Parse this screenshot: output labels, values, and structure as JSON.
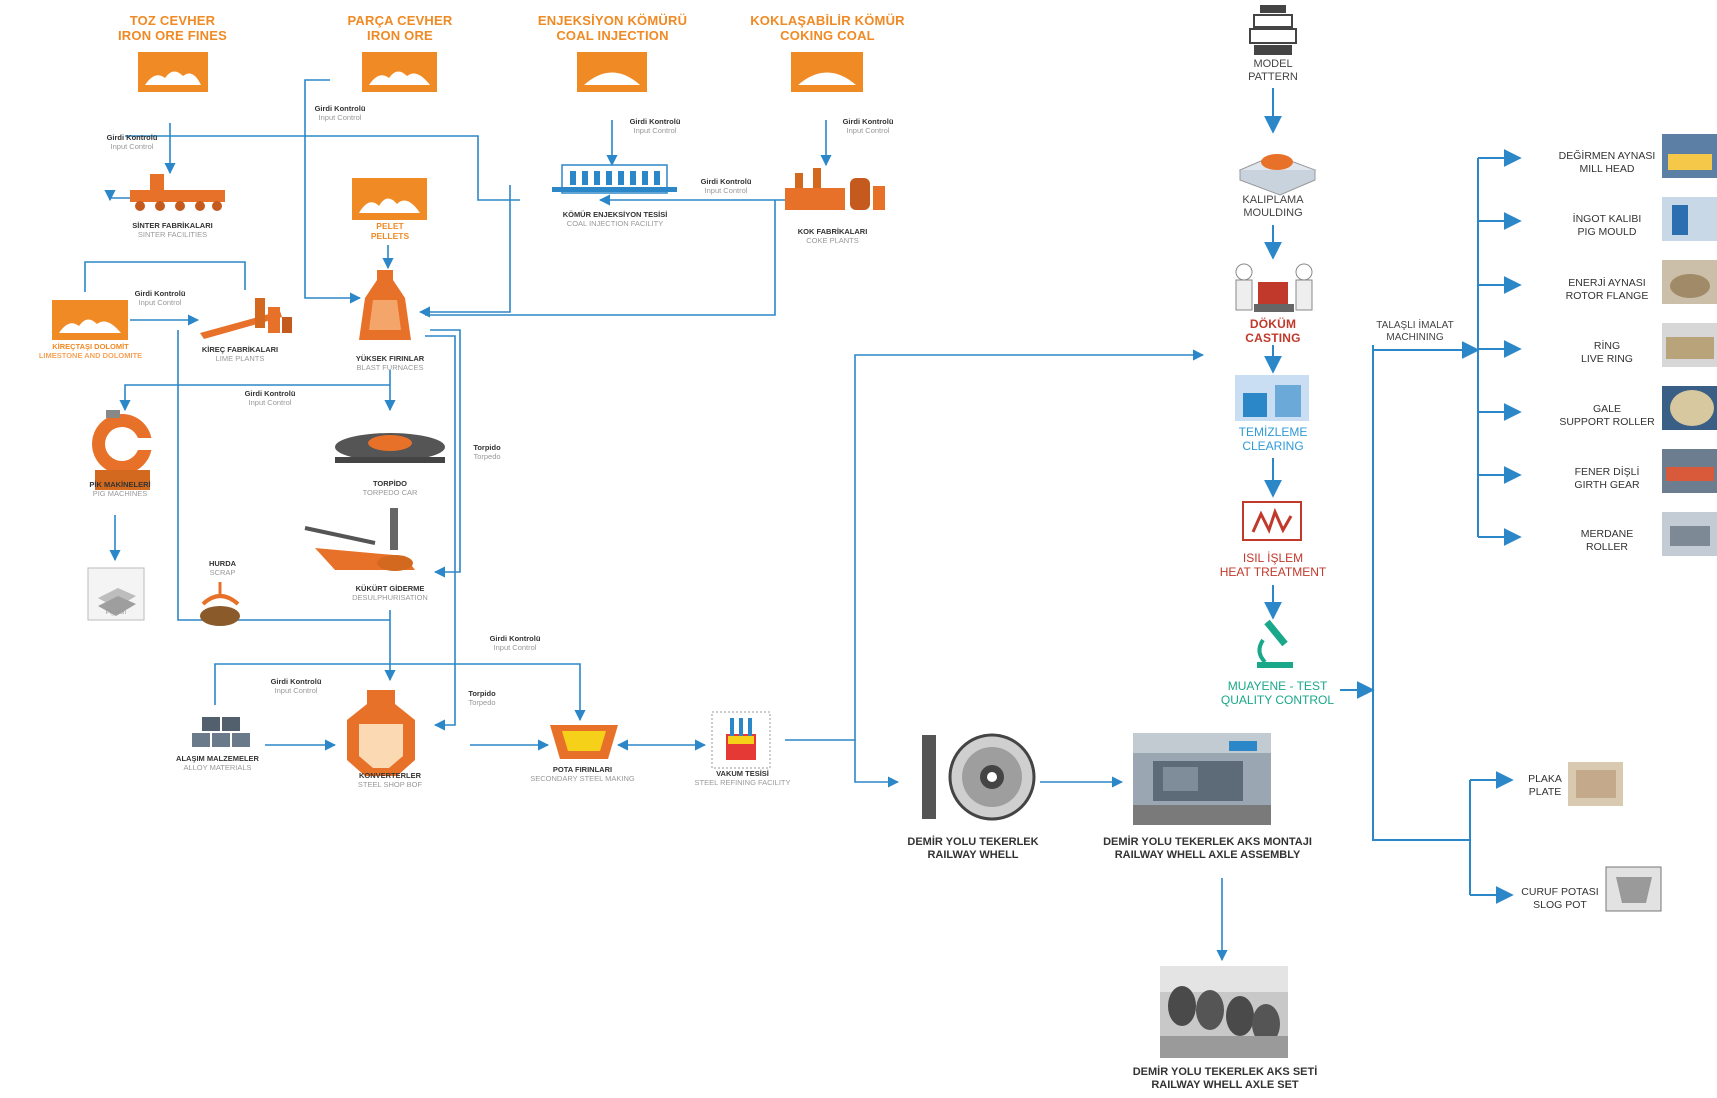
{
  "colors": {
    "arrow": "#2c87c9",
    "orange": "#f08a24",
    "red": "#c0392b",
    "teal": "#19a88a",
    "light_blue": "#2f9bd6"
  },
  "raw_materials": {
    "fines_tr": "TOZ CEVHER",
    "fines_en": "IRON ORE FINES",
    "ore_tr": "PARÇA CEVHER",
    "ore_en": "IRON ORE",
    "coal_inj_tr": "ENJEKSİYON KÖMÜRÜ",
    "coal_inj_en": "COAL INJECTION",
    "coking_tr": "KOKLAŞABİLİR KÖMÜR",
    "coking_en": "COKING COAL",
    "pellet_tr": "PELET",
    "pellet_en": "PELLETS",
    "limestone_tr": "KİREÇTAŞI DOLOMİT",
    "limestone_en": "LIMESTONE AND DOLOMITE"
  },
  "input_control": {
    "tr": "Girdi Kontrolü",
    "en": "Input Control"
  },
  "torpedo_note": {
    "tr": "Torpido",
    "en": "Torpedo"
  },
  "facilities": {
    "sinter_tr": "SİNTER FABRİKALARI",
    "sinter_en": "SINTER FACILITIES",
    "lime_tr": "KİREÇ FABRİKALARI",
    "lime_en": "LIME PLANTS",
    "coal_inj_tr": "KÖMÜR ENJEKSİYON TESİSİ",
    "coal_inj_en": "COAL INJECTION FACILITY",
    "coke_tr": "KOK FABRİKALARI",
    "coke_en": "COKE PLANTS",
    "blast_tr": "YÜKSEK FIRINLAR",
    "blast_en": "BLAST FURNACES",
    "pig_tr": "PİK MAKİNELERİ",
    "pig_en": "PIG MACHINES",
    "pig_iron": "Pig Iron",
    "torpedo_tr": "TORPİDO",
    "torpedo_en": "TORPEDO CAR",
    "desulf_tr": "KÜKÜRT GİDERME",
    "desulf_en": "DESULPHURISATION",
    "scrap_tr": "HURDA",
    "scrap_en": "SCRAP",
    "alloy_tr": "ALAŞIM MALZEMELER",
    "alloy_en": "ALLOY MATERIALS",
    "converter_tr": "KONVERTERLER",
    "converter_en": "STEEL SHOP BOF",
    "ladle_tr": "POTA FIRINLARI",
    "ladle_en": "SECONDARY STEEL MAKING",
    "vacuum_tr": "VAKUM TESİSİ",
    "vacuum_en": "STEEL REFINING FACILITY"
  },
  "foundry": {
    "pattern_tr": "MODEL",
    "pattern_en": "PATTERN",
    "moulding_tr": "KALIPLAMA",
    "moulding_en": "MOULDING",
    "casting_tr": "DÖKÜM",
    "casting_en": "CASTING",
    "clearing_tr": "TEMİZLEME",
    "clearing_en": "CLEARING",
    "heat_tr": "ISIL İŞLEM",
    "heat_en": "HEAT TREATMENT",
    "qc_tr": "MUAYENE - TEST",
    "qc_en": "QUALITY CONTROL",
    "machining_tr": "TALAŞLI İMALAT",
    "machining_en": "MACHINING"
  },
  "products": [
    {
      "tr": "DEĞİRMEN AYNASI",
      "en": "MILL HEAD"
    },
    {
      "tr": "İNGOT KALIBI",
      "en": "PIG MOULD"
    },
    {
      "tr": "ENERJİ AYNASI",
      "en": "ROTOR FLANGE"
    },
    {
      "tr": "RİNG",
      "en": "LIVE RING"
    },
    {
      "tr": "GALE",
      "en": "SUPPORT ROLLER"
    },
    {
      "tr": "FENER DİŞLİ",
      "en": "GIRTH GEAR"
    },
    {
      "tr": "MERDANE",
      "en": "ROLLER"
    }
  ],
  "products_low": [
    {
      "tr": "PLAKA",
      "en": "PLATE"
    },
    {
      "tr": "CURUF POTASI",
      "en": "SLOG POT"
    }
  ],
  "railway": {
    "wheel_tr": "DEMİR YOLU TEKERLEK",
    "wheel_en": "RAILWAY WHELL",
    "assembly_tr": "DEMİR YOLU TEKERLEK AKS MONTAJI",
    "assembly_en": "RAILWAY WHELL AXLE ASSEMBLY",
    "set_tr": "DEMİR YOLU TEKERLEK AKS SETİ",
    "set_en": "RAILWAY WHELL AXLE SET"
  }
}
